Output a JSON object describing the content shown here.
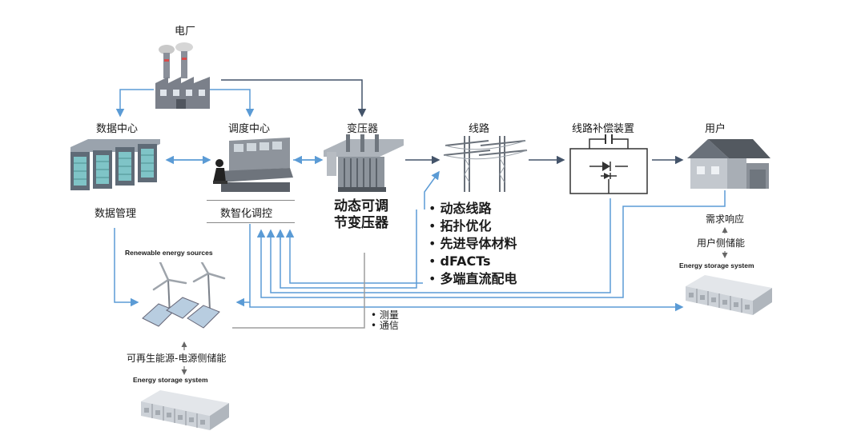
{
  "nodes": {
    "power_plant": "电厂",
    "data_center": "数据中心",
    "dispatch_center": "调度中心",
    "transformer": "变压器",
    "line": "线路",
    "line_compensator": "线路补偿装置",
    "user": "用户",
    "data_management": "数据管理",
    "smart_dispatch": "数智化调控"
  },
  "transformer_note": [
    "动态可调",
    "节变压器"
  ],
  "line_features": [
    "动态线路",
    "拓扑优化",
    "先进导体材料",
    "dFACTs",
    "多端直流配电"
  ],
  "renewable": {
    "title": "Renewable energy sources",
    "caption": "可再生能源-电源侧储能",
    "storage": "Energy storage system"
  },
  "user_side": {
    "demand_response": "需求响应",
    "user_storage": "用户侧储能",
    "storage": "Energy storage system"
  },
  "comm": [
    "测量",
    "通信"
  ],
  "colors": {
    "blue_wire": "#5b9bd5",
    "dark_wire": "#44546a",
    "gray_wire": "#9e9e9e"
  }
}
